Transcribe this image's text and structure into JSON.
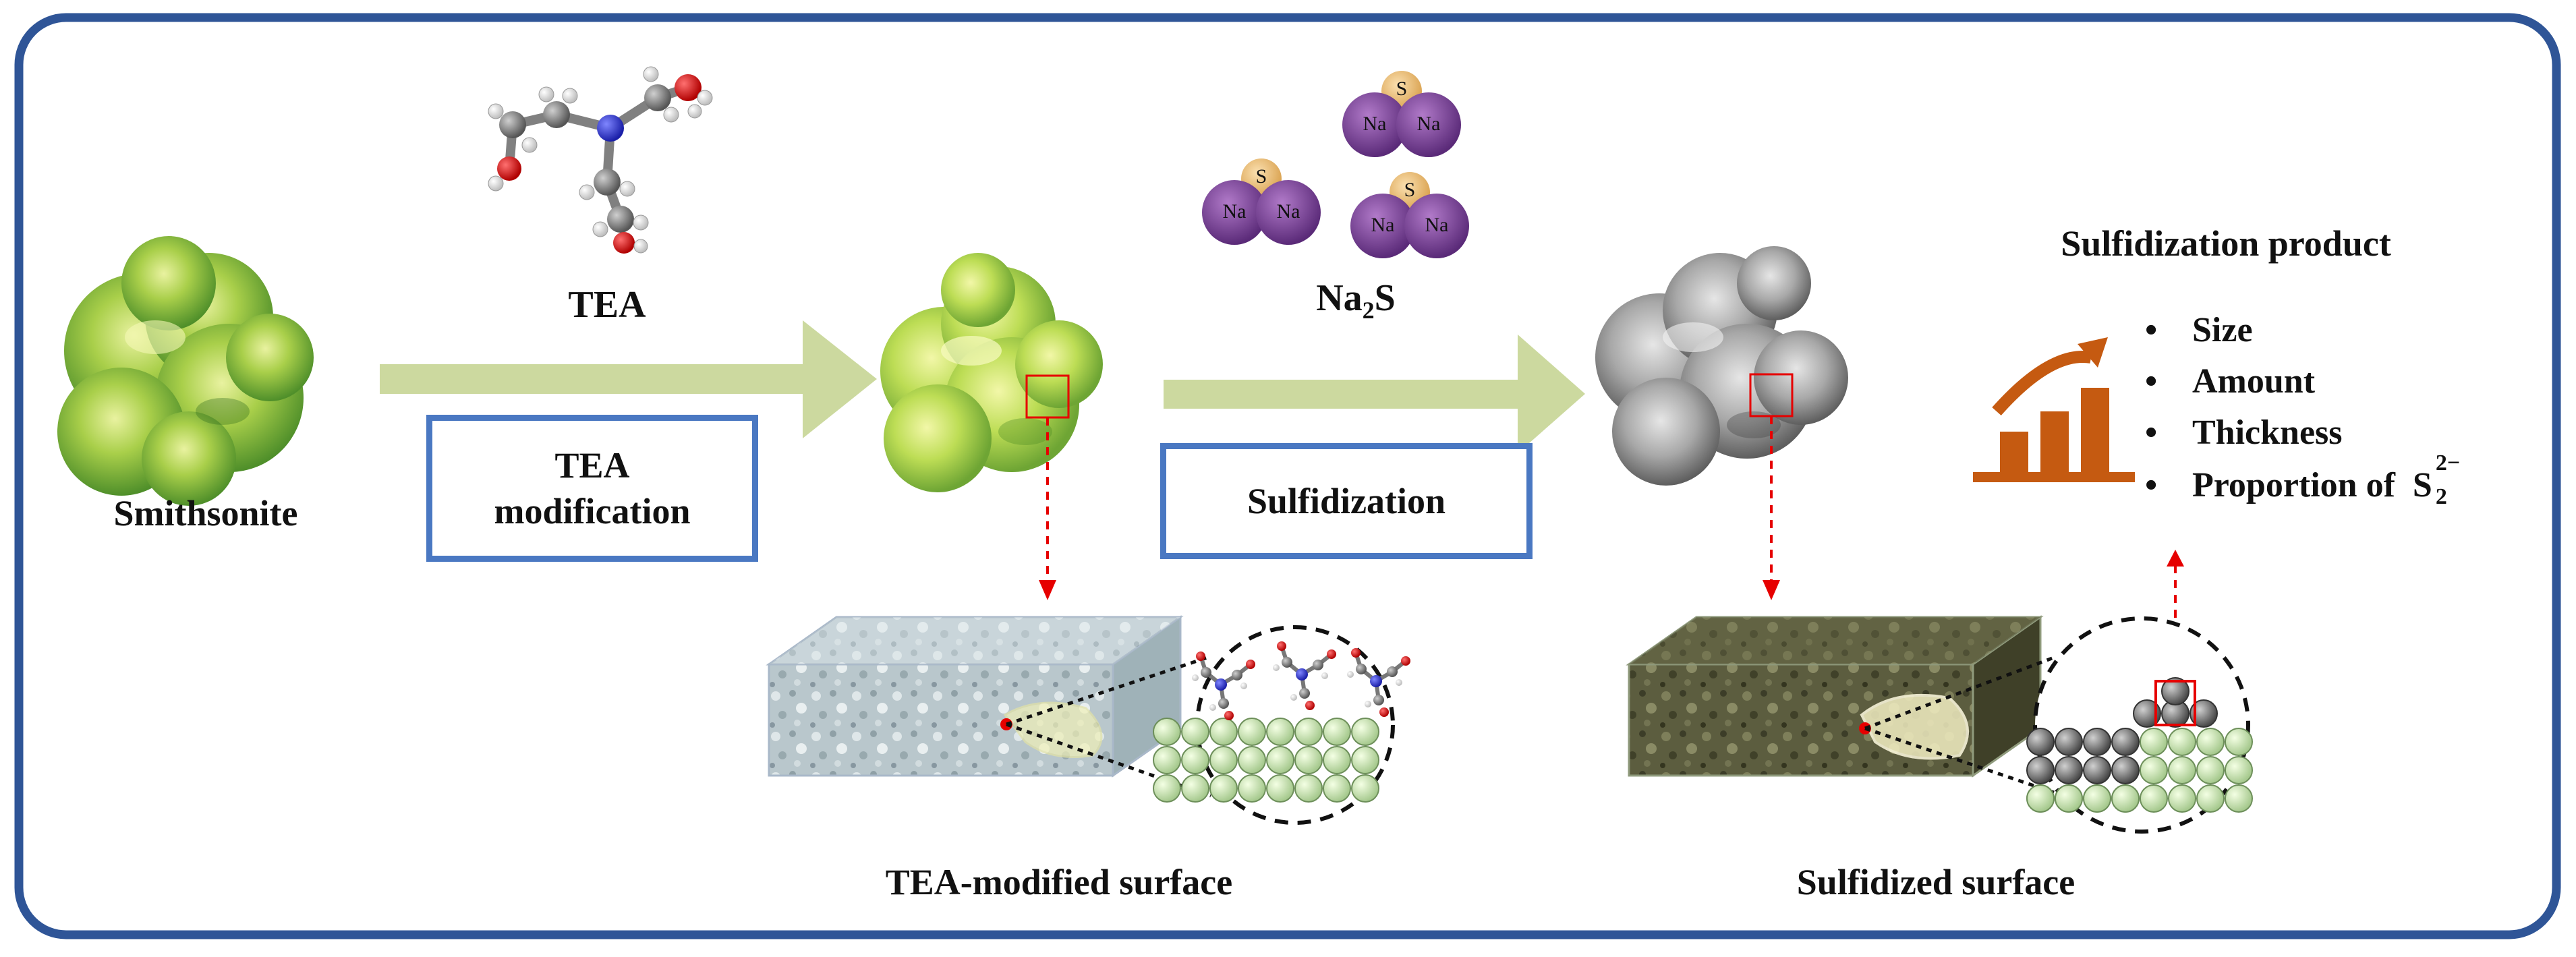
{
  "labels": {
    "smithsonite": "Smithsonite",
    "tea": "TEA",
    "na2s_main": "Na",
    "na2s_sub": "2",
    "na2s_tail": "S",
    "tea_modified_surface": "TEA-modified surface",
    "sulfidized_surface": "Sulfidized surface",
    "sulfidization_product": "Sulfidization product"
  },
  "boxes": {
    "tea_modification_line1": "TEA",
    "tea_modification_line2": "modification",
    "sulfidization": "Sulfidization"
  },
  "na2s_molecule": {
    "s": "S",
    "na": "Na"
  },
  "product_list": {
    "bullet": "•",
    "items": [
      "Size",
      "Amount",
      "Thickness"
    ],
    "proportion_prefix": "Proportion of",
    "proportion_symbol": "S",
    "proportion_sub": "2",
    "proportion_sup": "2−"
  },
  "colors": {
    "frame": "#2f5597",
    "box_border": "#4a78c2",
    "arrow": "#c9d79a",
    "mineral_green": "#8dc63f",
    "mineral_gray": "#9a9a9a",
    "sodium": "#7b3f98",
    "sulfur": "#e8b86d",
    "chart_icon": "#c55a11",
    "marker_red": "#e60000"
  },
  "icons": [
    "smithsonite-particle-icon",
    "tea-molecule-icon",
    "na2s-molecule-icon",
    "growth-chart-icon"
  ]
}
